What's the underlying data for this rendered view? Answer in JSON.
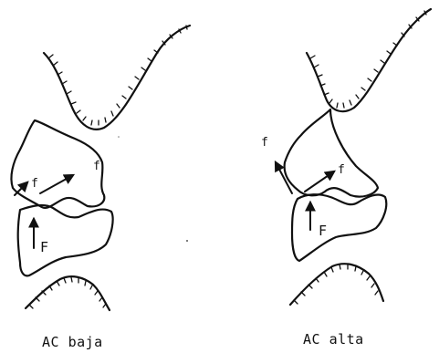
{
  "panels": [
    {
      "caption": "AC baja",
      "labels": {
        "small_force_left": "f",
        "small_force_right": "f",
        "large_force": "F"
      }
    },
    {
      "caption": "AC alta",
      "labels": {
        "small_force_left": "f",
        "small_force_right": "f",
        "large_force": "F"
      }
    }
  ]
}
